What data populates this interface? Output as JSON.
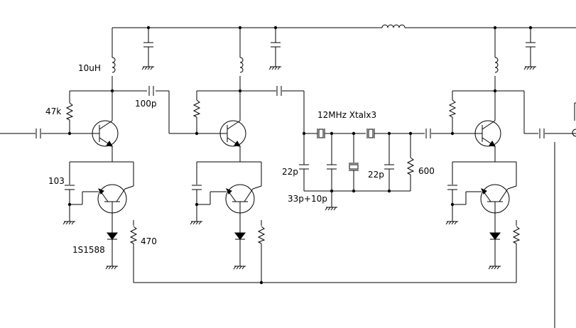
{
  "labels": {
    "inductor_value": "10uH",
    "bias_resistor": "47k",
    "coupling_cap": "100p",
    "bypass_cap": "103",
    "diode_part": "1S1588",
    "emitter_resistor": "470",
    "crystal_title": "12MHz Xtalx3",
    "filter_cap_left": "22p",
    "filter_cap_right": "22p",
    "trimmer_cap": "33p+10p",
    "termination_resistor": "600"
  },
  "colors": {
    "line": "#000000",
    "background": "#ffffff"
  }
}
